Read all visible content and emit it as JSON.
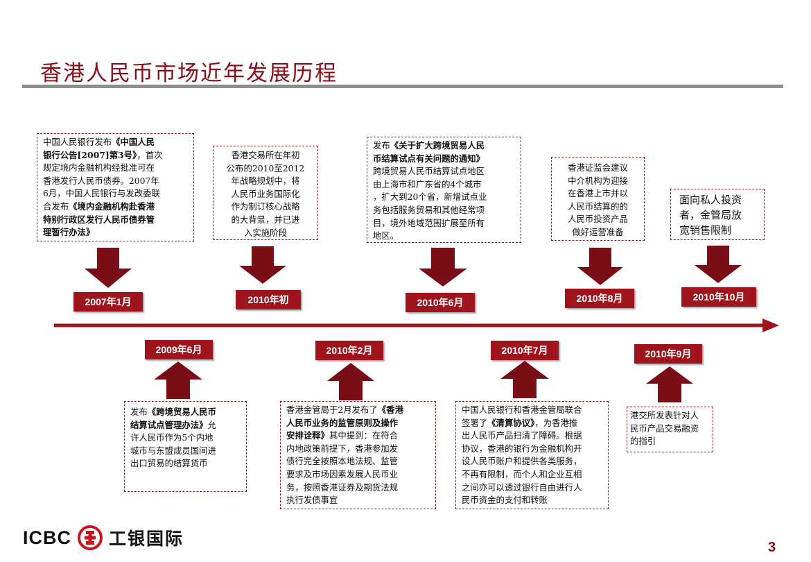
{
  "page": {
    "title": "香港人民币市场近年发展历程",
    "page_number": "3"
  },
  "logo": {
    "brand": "ICBC",
    "chinese": "工银国际"
  },
  "milestones": {
    "m2007_01": {
      "date": "2007年1月",
      "lines": [
        [
          {
            "t": "中国人民银行发布"
          },
          {
            "t": "《中国人民",
            "b": true
          }
        ],
        [
          {
            "t": "银行公告[2007]第3号》",
            "b": true
          },
          {
            "t": "，首次"
          }
        ],
        [
          {
            "t": "规定境内金融机构经批准可在"
          }
        ],
        [
          {
            "t": "香港发行人民币债券。2007年"
          }
        ],
        [
          {
            "t": "6月，中国人民银行与发改委联"
          }
        ],
        [
          {
            "t": "合发布"
          },
          {
            "t": "《境内金融机构赴香港",
            "b": true
          }
        ],
        [
          {
            "t": "特别行政区发行人民币债券管",
            "b": true
          }
        ],
        [
          {
            "t": "理暂行办法》",
            "b": true
          }
        ]
      ]
    },
    "m2010_early": {
      "date": "2010年初",
      "lines": [
        [
          {
            "t": "香港交易所在年初"
          }
        ],
        [
          {
            "t": "公布的2010至2012"
          }
        ],
        [
          {
            "t": "年战略规划中，将"
          }
        ],
        [
          {
            "t": "人民币业务国际化"
          }
        ],
        [
          {
            "t": "作为制订核心战略"
          }
        ],
        [
          {
            "t": "的大背景，并已进"
          }
        ],
        [
          {
            "t": "入实施阶段"
          }
        ]
      ]
    },
    "m2010_06": {
      "date": "2010年6月",
      "lines": [
        [
          {
            "t": "发布"
          },
          {
            "t": "《关于扩大跨境贸易人民",
            "b": true
          }
        ],
        [
          {
            "t": "币结算试点有关问题的通知》",
            "b": true
          }
        ],
        [
          {
            "t": "跨境贸易人民币结算试点地区"
          }
        ],
        [
          {
            "t": "由上海市和广东省的4个城市"
          }
        ],
        [
          {
            "t": "，扩大到20个省，新增试点业"
          }
        ],
        [
          {
            "t": "务包括服务贸易和其他经常项"
          }
        ],
        [
          {
            "t": "目，境外地域范围扩展至所有"
          }
        ],
        [
          {
            "t": "地区。"
          }
        ]
      ]
    },
    "m2010_08": {
      "date": "2010年8月",
      "lines": [
        [
          {
            "t": "香港证监会建议"
          }
        ],
        [
          {
            "t": "中介机构为迎接"
          }
        ],
        [
          {
            "t": "在香港上市并以"
          }
        ],
        [
          {
            "t": "人民币结算的的"
          }
        ],
        [
          {
            "t": "人民币投资产品"
          }
        ],
        [
          {
            "t": "做好运营准备"
          }
        ]
      ]
    },
    "m2010_10": {
      "date": "2010年10月",
      "lines": [
        [
          {
            "t": "面向私人投资"
          }
        ],
        [
          {
            "t": "者，金管局放"
          }
        ],
        [
          {
            "t": "宽销售限制"
          }
        ]
      ]
    },
    "m2009_06": {
      "date": "2009年6月",
      "lines": [
        [
          {
            "t": "发布"
          },
          {
            "t": "《跨境贸易人民币",
            "b": true
          }
        ],
        [
          {
            "t": "结算试点管理办法》",
            "b": true
          },
          {
            "t": "允"
          }
        ],
        [
          {
            "t": "许人民币作为5个内地"
          }
        ],
        [
          {
            "t": "城市与东盟成员国间进"
          }
        ],
        [
          {
            "t": "出口贸易的结算货币"
          }
        ]
      ]
    },
    "m2010_02": {
      "date": "2010年2月",
      "lines": [
        [
          {
            "t": "香港金管局于2月发布了"
          },
          {
            "t": "《香港",
            "b": true
          }
        ],
        [
          {
            "t": "人民币业务的监管原则及操作",
            "b": true
          }
        ],
        [
          {
            "t": "安排诠释》",
            "b": true
          },
          {
            "t": "其中提到：在符合"
          }
        ],
        [
          {
            "t": "内地政策前提下，香港参加发"
          }
        ],
        [
          {
            "t": "债行完全按照本地法规、监管"
          }
        ],
        [
          {
            "t": "要求及市场因素发展人民币业"
          }
        ],
        [
          {
            "t": "务，按照香港证券及期货法规"
          }
        ],
        [
          {
            "t": "执行发债事宜"
          }
        ]
      ]
    },
    "m2010_07": {
      "date": "2010年7月",
      "lines": [
        [
          {
            "t": "中国人民银行和香港金管局联合"
          }
        ],
        [
          {
            "t": "签署了"
          },
          {
            "t": "《清算协议》",
            "b": true
          },
          {
            "t": "，为香港推"
          }
        ],
        [
          {
            "t": "出人民币产品扫清了障碍。根据"
          }
        ],
        [
          {
            "t": "协议，香港的银行为金融机构开"
          }
        ],
        [
          {
            "t": "设人民币账户和提供各类服务，"
          }
        ],
        [
          {
            "t": "不再有限制，而个人和企业互相"
          }
        ],
        [
          {
            "t": "之间亦可以透过银行自由进行人"
          }
        ],
        [
          {
            "t": "民币资金的支付和转账"
          }
        ]
      ]
    },
    "m2010_09": {
      "date": "2010年9月",
      "lines": [
        [
          {
            "t": "港交所发表针对人"
          }
        ],
        [
          {
            "t": "民币产品交易融资"
          }
        ],
        [
          {
            "t": "的指引"
          }
        ]
      ]
    }
  },
  "colors": {
    "accent": "#a0141e",
    "arrow": "#7a0e16",
    "rule": "#8c8c8c"
  }
}
